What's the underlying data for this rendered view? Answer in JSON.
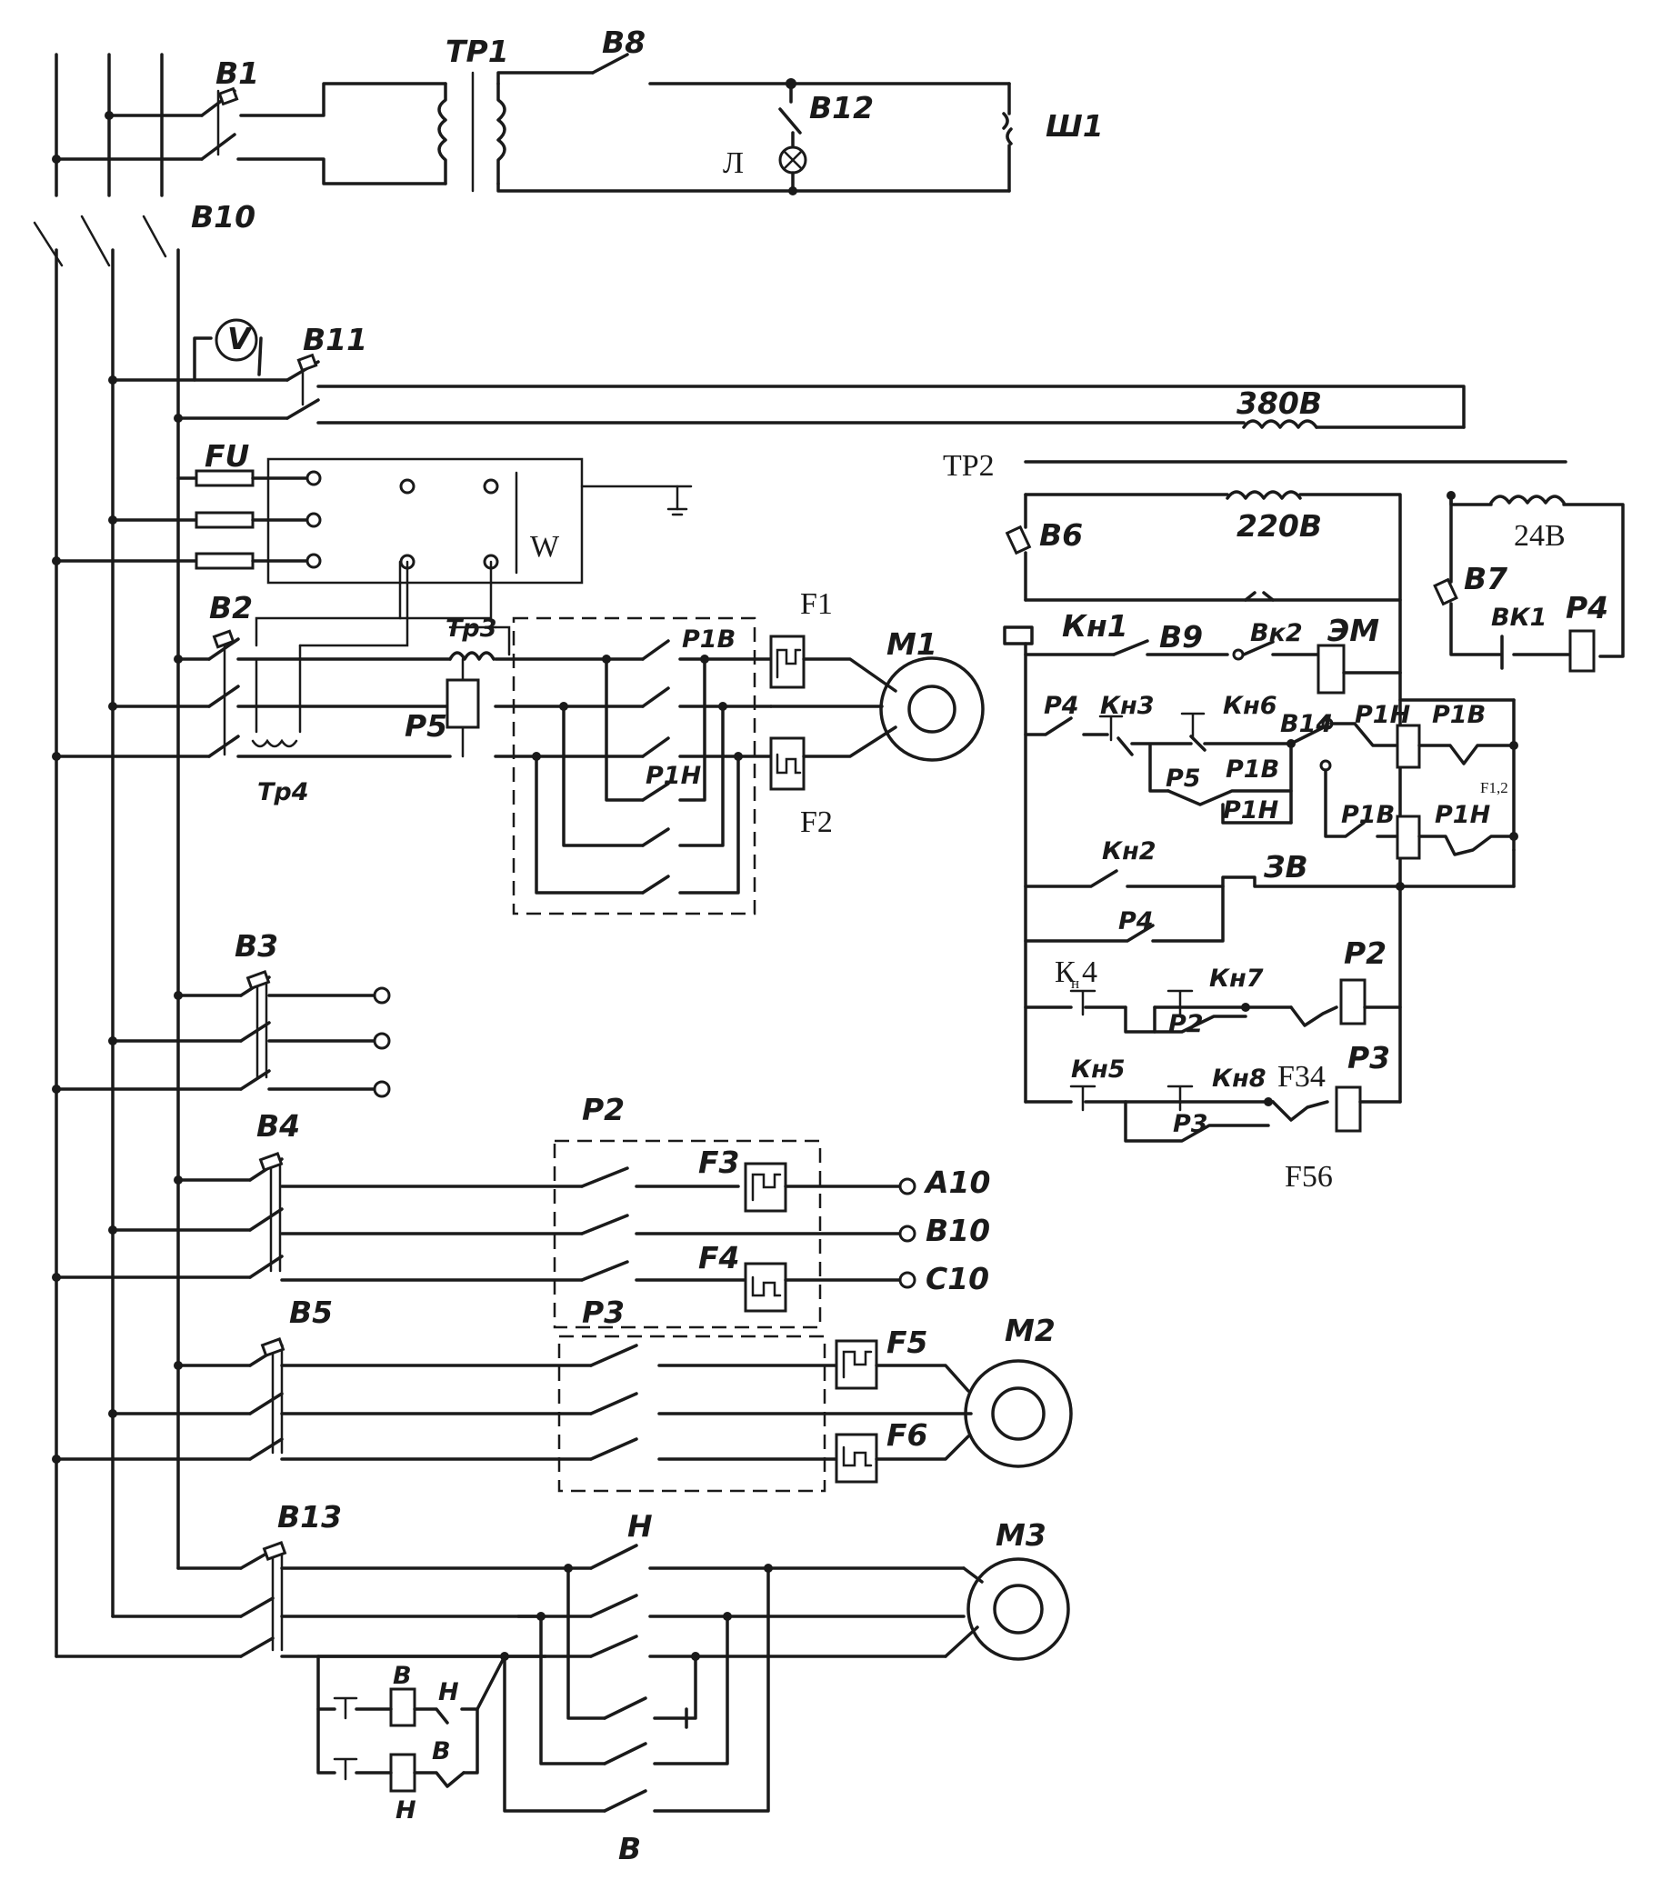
{
  "labels": {
    "B1": "В1",
    "TP1": "ТР1",
    "B8": "В8",
    "B12": "В12",
    "L": "Л",
    "Sh1": "Ш1",
    "B10": "В10",
    "B11": "В11",
    "V_meter": "V",
    "v380": "380В",
    "TP2": "ТР2",
    "v220": "220В",
    "v24": "24В",
    "B6": "В6",
    "B7": "В7",
    "VK1": "ВК1",
    "P4_coil": "Р4",
    "Kn1": "Кн1",
    "B9": "В9",
    "Vk2": "Вк2",
    "EM": "ЭМ",
    "FU": "FU",
    "W": "W",
    "B2": "В2",
    "Tp3": "Тр3",
    "P5": "Р5",
    "P1B": "Р1В",
    "P1H": "Р1Н",
    "F1": "F1",
    "F2": "F2",
    "M1": "М1",
    "Tp4": "Тр4",
    "P4_c1": "Р4",
    "Kn3": "Кн3",
    "Kn6": "Кн6",
    "B14": "В14",
    "P1H_c1": "Р1Н",
    "P1B_coil": "Р1В",
    "P5_c": "Р5",
    "P1B_c1": "Р1В",
    "P1H_c2": "Р1Н",
    "F12": "F1,2",
    "P1B_c2": "Р1В",
    "P1H_coil": "Р1Н",
    "Kn2": "Кн2",
    "ZB": "ЗВ",
    "P4_c2": "Р4",
    "Kn4_a": "К",
    "Kn4_sub": "н",
    "Kn4_b": "4",
    "Kn7": "Кн7",
    "P2_c": "Р2",
    "P2_coil": "Р2",
    "F34": "F34",
    "Kn5": "Кн5",
    "Kn8": "Кн8",
    "P3_c": "Р3",
    "P3_coil": "Р3",
    "F56": "F56",
    "B3": "В3",
    "B4": "В4",
    "P2_main": "Р2",
    "F3": "F3",
    "F4": "F4",
    "A10": "А10",
    "B10_out": "В10",
    "C10": "С10",
    "B5": "В5",
    "P3_main": "Р3",
    "F5": "F5",
    "F6": "F6",
    "M2": "М2",
    "B13": "В13",
    "H_top": "Н",
    "M3": "М3",
    "B_small": "В",
    "H_small1": "Н",
    "B_small2": "В",
    "H_small2": "Н",
    "B_bottom": "В"
  },
  "colors": {
    "ink": "#1a1a1a",
    "paper": "#ffffff"
  }
}
